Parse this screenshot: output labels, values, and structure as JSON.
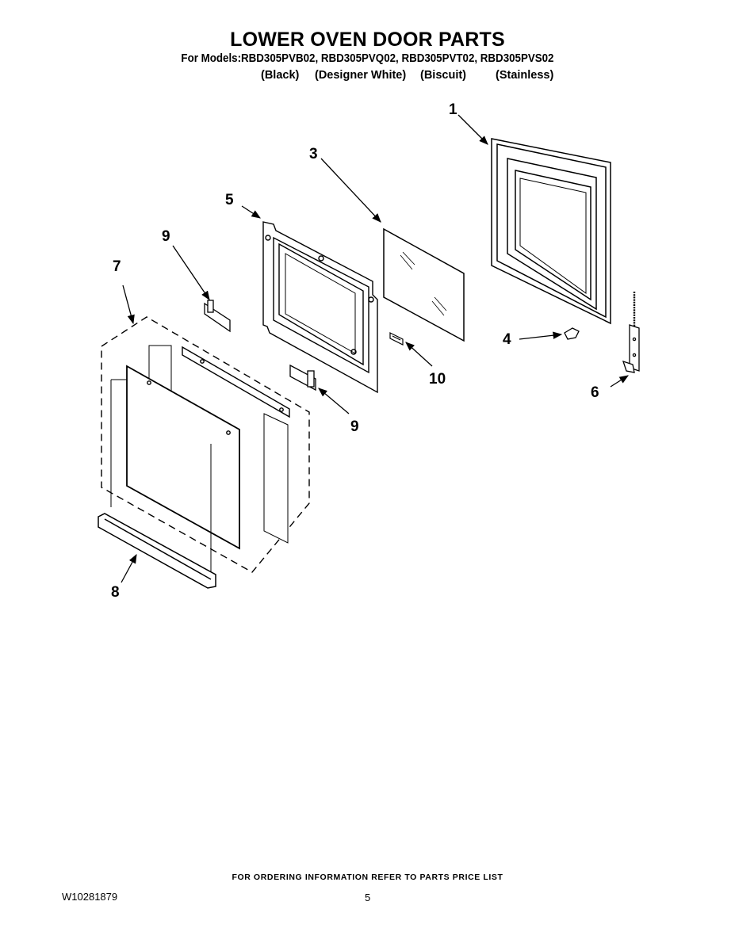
{
  "header": {
    "title": "LOWER OVEN DOOR PARTS",
    "models_line": "For Models:RBD305PVB02, RBD305PVQ02, RBD305PVT02, RBD305PVS02",
    "finishes": [
      "(Black)",
      "(Designer White)",
      "(Biscuit)",
      "(Stainless)"
    ]
  },
  "callouts": {
    "c1": "1",
    "c3": "3",
    "c5": "5",
    "c9a": "9",
    "c7": "7",
    "c4": "4",
    "c10": "10",
    "c6": "6",
    "c9b": "9",
    "c8": "8"
  },
  "footer": {
    "ordering_note": "FOR ORDERING INFORMATION REFER TO PARTS PRICE LIST",
    "document_number": "W10281879",
    "page_number": "5"
  }
}
